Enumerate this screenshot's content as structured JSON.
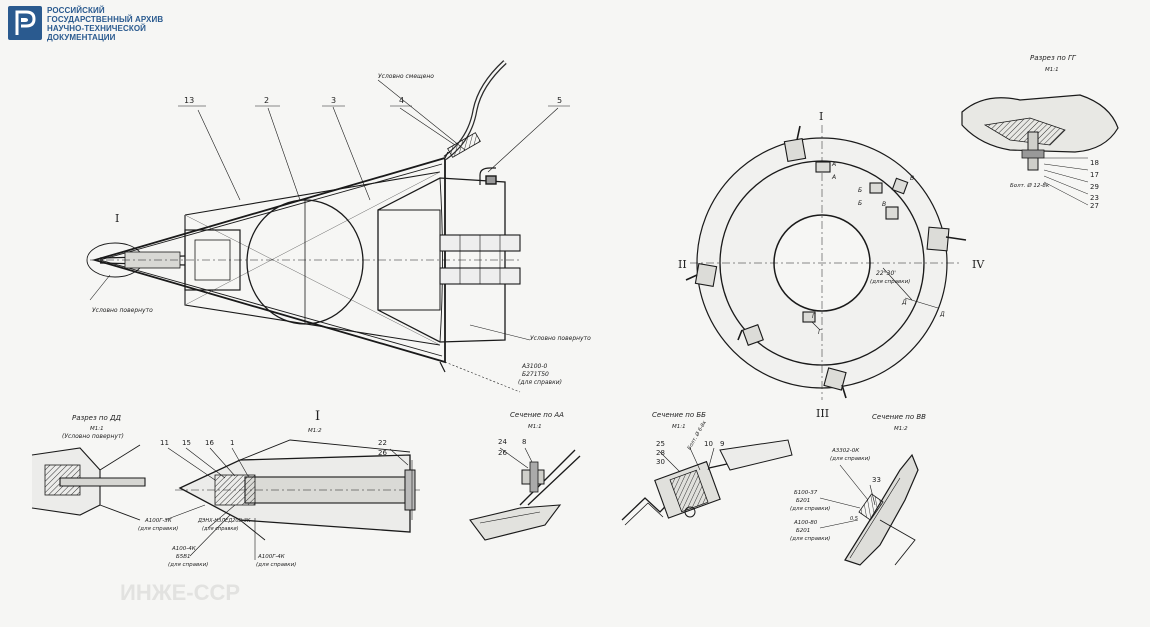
{
  "logo": {
    "lines": [
      "РОССИЙСКИЙ",
      "ГОСУДАРСТВЕННЫЙ АРХИВ",
      "НАУЧНО-ТЕХНИЧЕСКОЙ",
      "ДОКУМЕНТАЦИИ"
    ],
    "brand_color": "#2a5a8f"
  },
  "main_view": {
    "callouts": [
      "13",
      "2",
      "3",
      "4",
      "5"
    ],
    "detail_mark": "I",
    "notes": {
      "cond_shifted": "Условно смещено",
      "cond_rotated_left": "Условно повернуто",
      "cond_rotated_right": "Условно повернуто",
      "ref_code": "А3100-0",
      "ref_code2": "Б271Т50",
      "ref_tag": "(для справки)"
    }
  },
  "plan_view": {
    "marks": [
      "I",
      "II",
      "III",
      "IV"
    ],
    "section_letters": [
      "А",
      "А",
      "Б",
      "Б",
      "В",
      "В",
      "Г",
      "Г",
      "Д",
      "Д"
    ],
    "angle_note": "22°30'",
    "angle_tag": "(для справки)"
  },
  "section_gg": {
    "title": "Разрез по ГГ",
    "scale": "М1:1",
    "callouts": [
      "18",
      "17",
      "29",
      "23",
      "27"
    ],
    "bolt_note": "Болт. Ø 12-8к"
  },
  "section_dd": {
    "title": "Разрез по ДД",
    "scale": "М1:1",
    "note": "(Условно повернут)"
  },
  "detail_i": {
    "title": "I",
    "scale": "М1:2",
    "callouts": [
      "11",
      "15",
      "16",
      "1",
      "22",
      "26"
    ],
    "notes": [
      "А100Г-3К",
      "(для справки)",
      "ДЭНХ-Н3ЛЕД20В-3К",
      "(для справки)",
      "А100-4К",
      "Б5В1",
      "(для справки)",
      "А100Г-4К",
      "(для справки)"
    ]
  },
  "section_aa": {
    "title": "Сечение по АА",
    "scale": "М1:1",
    "callouts": [
      "24",
      "26",
      "8"
    ]
  },
  "section_bb": {
    "title": "Сечение по ББ",
    "scale": "М1:1",
    "callouts": [
      "25",
      "28",
      "30",
      "10",
      "9"
    ],
    "note": "Болт. Ø 6-8к"
  },
  "section_vv": {
    "title": "Сечение по ВВ",
    "scale": "М1:2",
    "callouts": [
      "33"
    ],
    "notes": [
      "А3302-0К",
      "(для справки)",
      "Б100-37",
      "Б201",
      "(для справки)",
      "А100-80",
      "Б201",
      "(для справки)",
      "0.5"
    ]
  },
  "stamp_ghost": "ИНЖЕ-ССР"
}
